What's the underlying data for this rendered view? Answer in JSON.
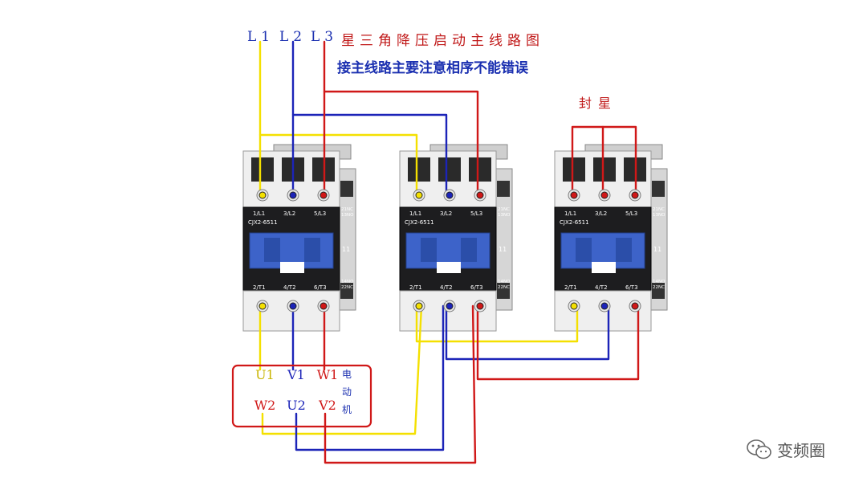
{
  "title": {
    "phases": [
      "L1",
      "L2",
      "L3"
    ],
    "text": "星三角降压启动主线路图",
    "subtitle": "接主线路主要注意相序不能错误"
  },
  "star_seal_label": "封星",
  "contactors": [
    {
      "model": "CJX2-6511",
      "top_terminals": [
        "1/L1",
        "3/L2",
        "5/L3"
      ],
      "bottom_terminals": [
        "2/T1",
        "4/T2",
        "6/T3"
      ],
      "aux_top": [
        "21NC",
        "13NO"
      ],
      "aux_bottom": [
        "14NO",
        "22NC"
      ],
      "rating": "11"
    },
    {
      "model": "CJX2-6511",
      "top_terminals": [
        "1/L1",
        "3/L2",
        "5/L3"
      ],
      "bottom_terminals": [
        "2/T1",
        "4/T2",
        "6/T3"
      ],
      "aux_top": [
        "21NC",
        "13NO"
      ],
      "aux_bottom": [
        "14NO",
        "22NC"
      ],
      "rating": "11"
    },
    {
      "model": "CJX2-6511",
      "top_terminals": [
        "1/L1",
        "3/L2",
        "5/L3"
      ],
      "bottom_terminals": [
        "2/T1",
        "4/T2",
        "6/T3"
      ],
      "aux_top": [
        "21NC",
        "13NO"
      ],
      "aux_bottom": [
        "14NO",
        "22NC"
      ],
      "rating": "11"
    }
  ],
  "motor": {
    "top_labels": [
      "U1",
      "V1",
      "W1"
    ],
    "bottom_labels": [
      "W2",
      "U2",
      "V2"
    ],
    "label_chars": [
      "电",
      "动",
      "机"
    ]
  },
  "watermark": {
    "text": "变频圈",
    "icon": "wechat-icon"
  },
  "colors": {
    "L1": "#f4e000",
    "L2": "#1c24b8",
    "L3": "#d01818",
    "title_phase": "#1a2fb0",
    "title_text": "#c01818",
    "subtitle": "#1a2fb0",
    "motor_box": "#d01818"
  }
}
